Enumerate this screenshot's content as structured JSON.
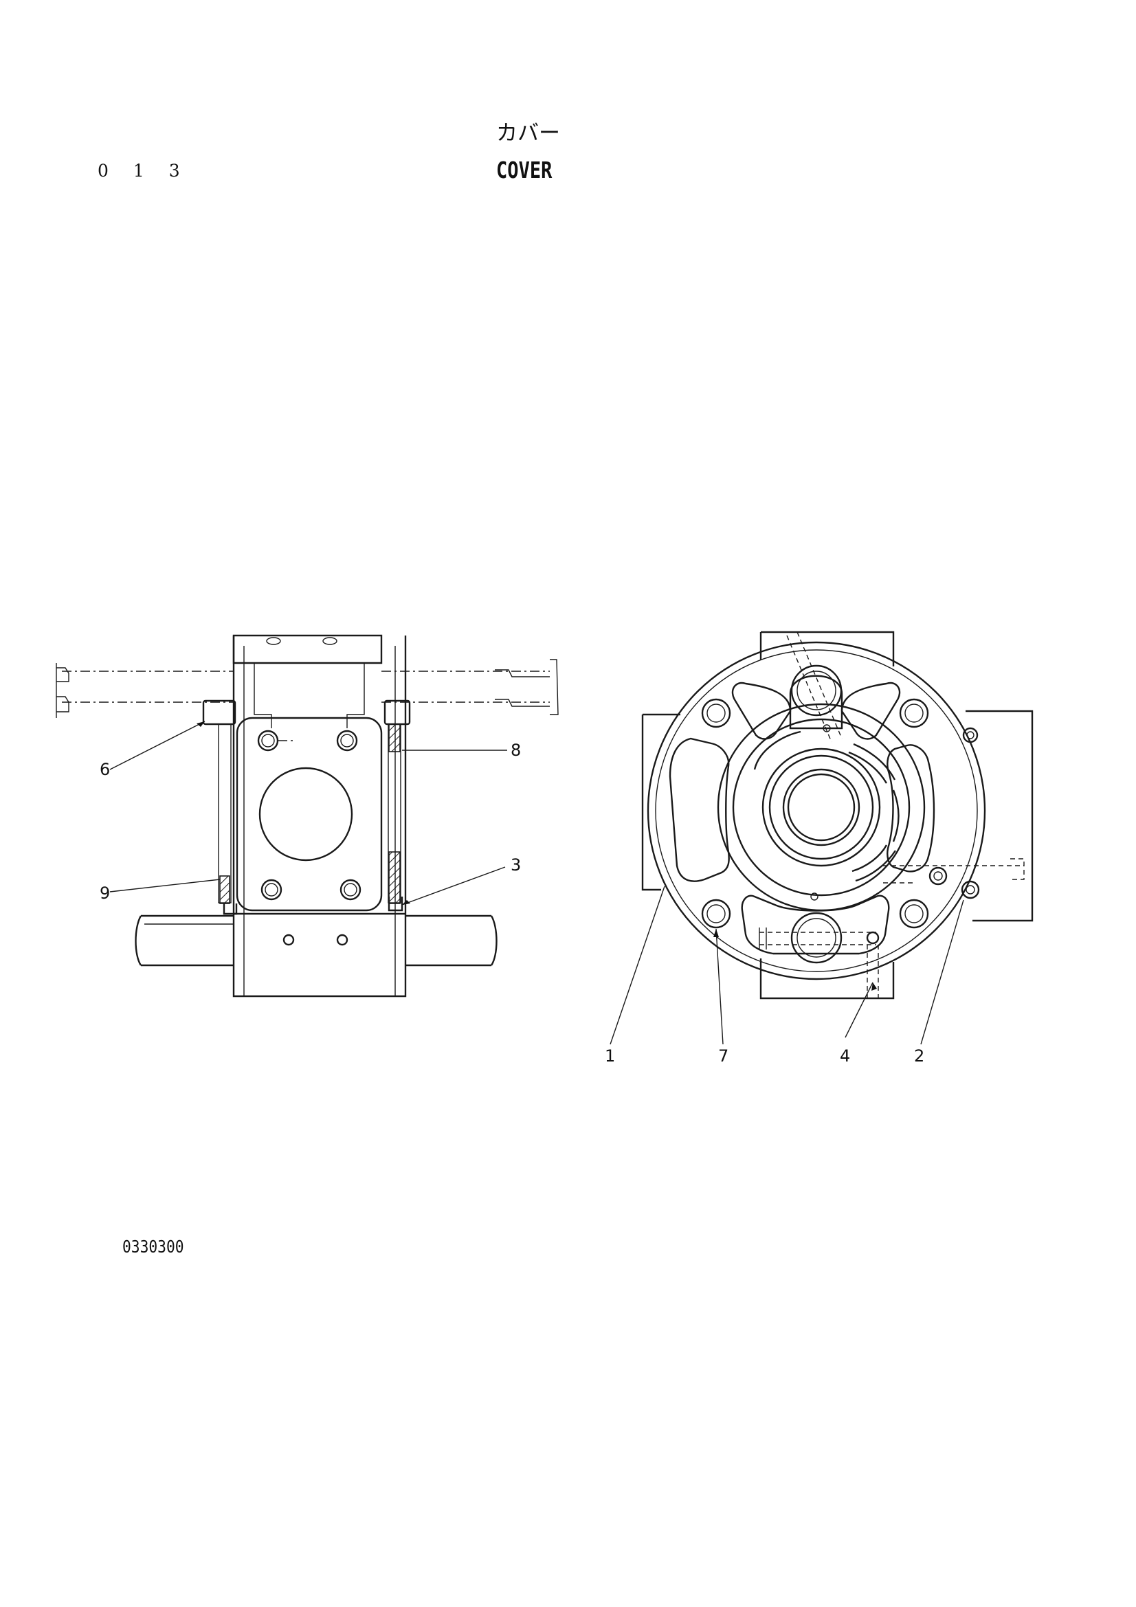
{
  "header": {
    "page_number": "0 1 3",
    "title_jp": "カバー",
    "title_en": "COVER"
  },
  "footer": {
    "drawing_code": "0330300"
  },
  "callouts": {
    "left_view": [
      "6",
      "8",
      "9",
      "3"
    ],
    "right_view": [
      "1",
      "7",
      "4",
      "2"
    ]
  }
}
